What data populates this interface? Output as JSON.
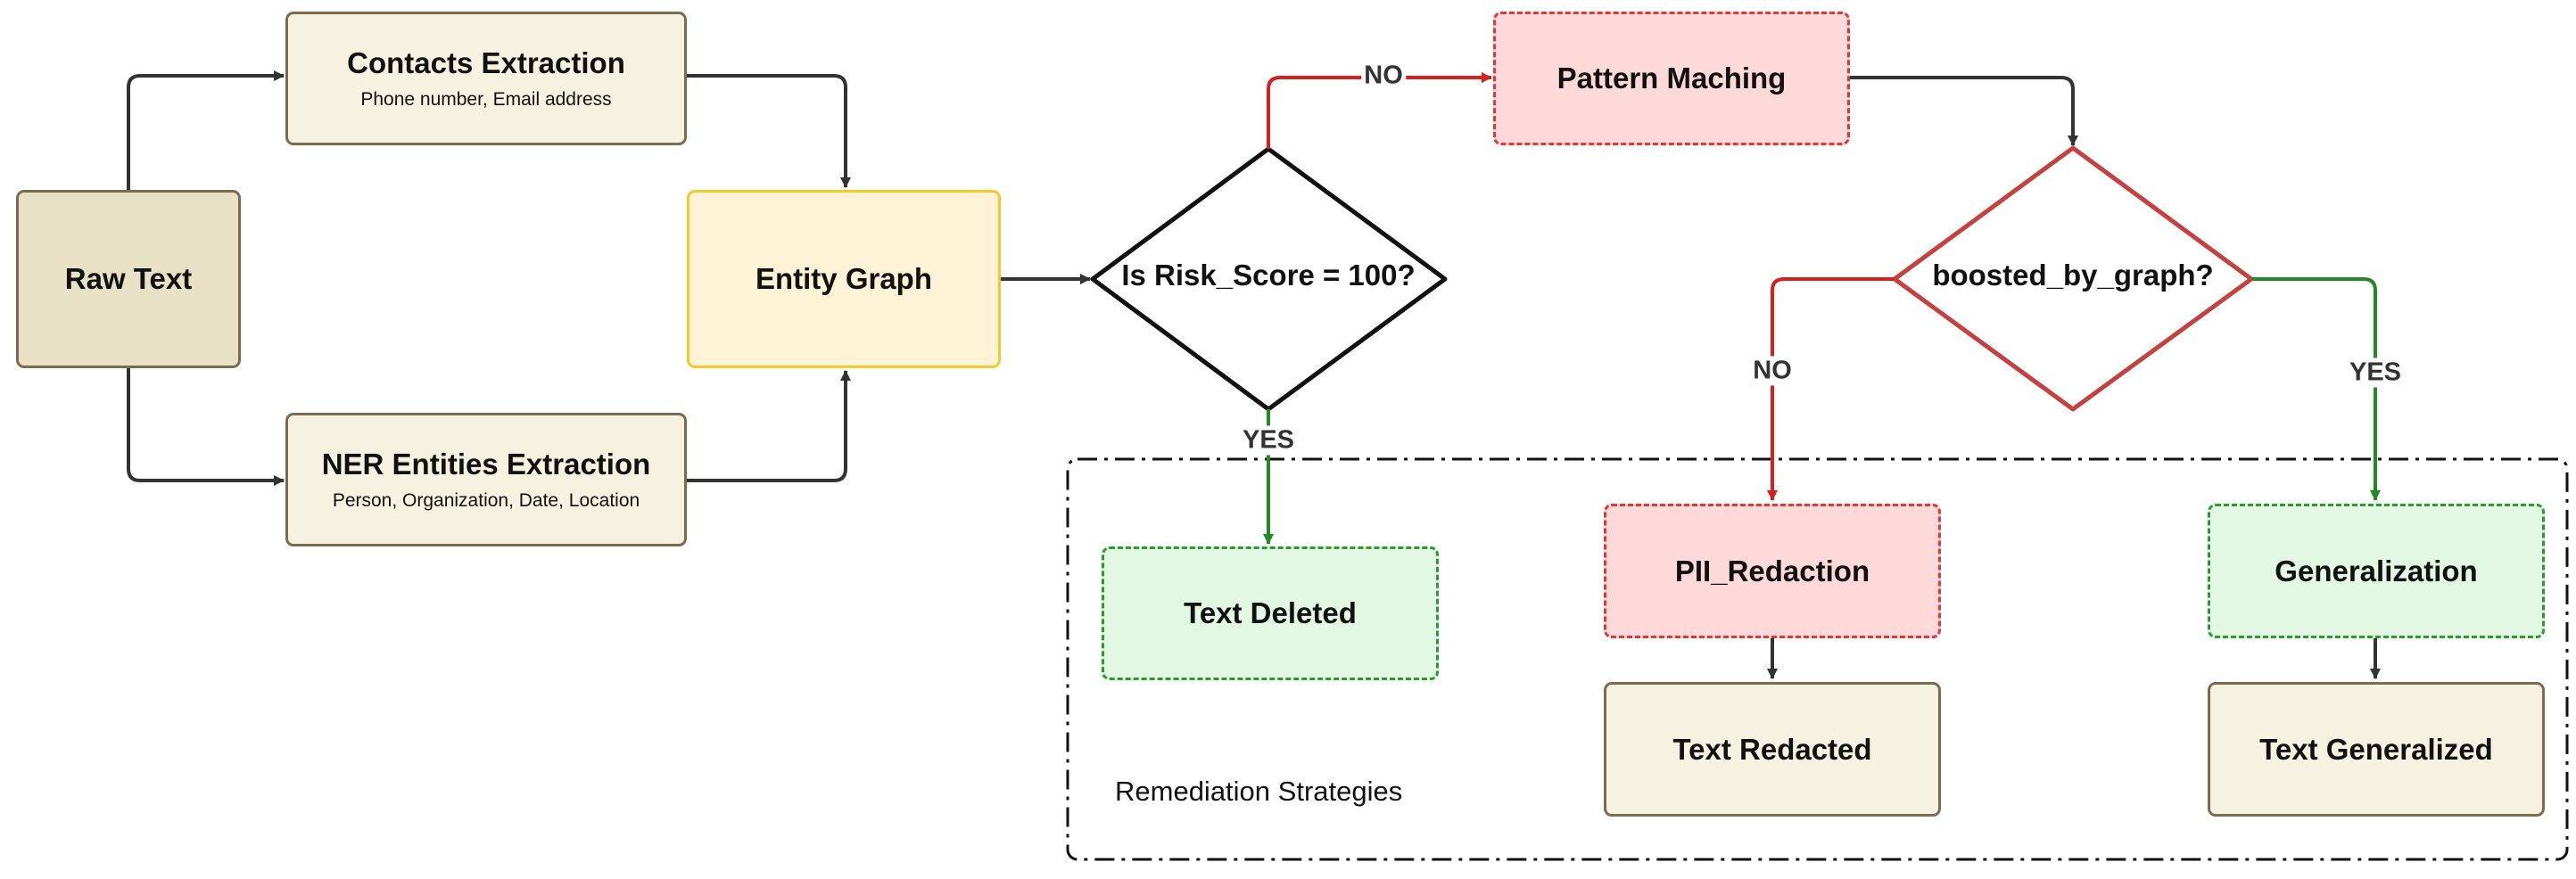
{
  "nodes": {
    "raw_text": "Raw Text",
    "contacts_extraction": {
      "title": "Contacts Extraction",
      "subtitle": "Phone number, Email address"
    },
    "ner_extraction": {
      "title": "NER Entities Extraction",
      "subtitle": "Person, Organization, Date, Location"
    },
    "entity_graph": "Entity Graph",
    "risk_decision": "Is Risk_Score = 100?",
    "pattern_matching": "Pattern Maching",
    "boosted_decision": "boosted_by_graph?",
    "text_deleted": "Text Deleted",
    "pii_redaction": "PII_Redaction",
    "generalization": "Generalization",
    "text_redacted": "Text Redacted",
    "text_generalized": "Text Generalized"
  },
  "edges": {
    "risk_no": "NO",
    "risk_yes": "YES",
    "boosted_no": "NO",
    "boosted_yes": "YES"
  },
  "group": {
    "label": "Remediation Strategies"
  },
  "colors": {
    "arrow_default": "#333333",
    "arrow_no": "#d42020",
    "arrow_yes": "#238a23",
    "decision_risk_border": "#111111",
    "decision_boosted_border": "#c54040"
  }
}
